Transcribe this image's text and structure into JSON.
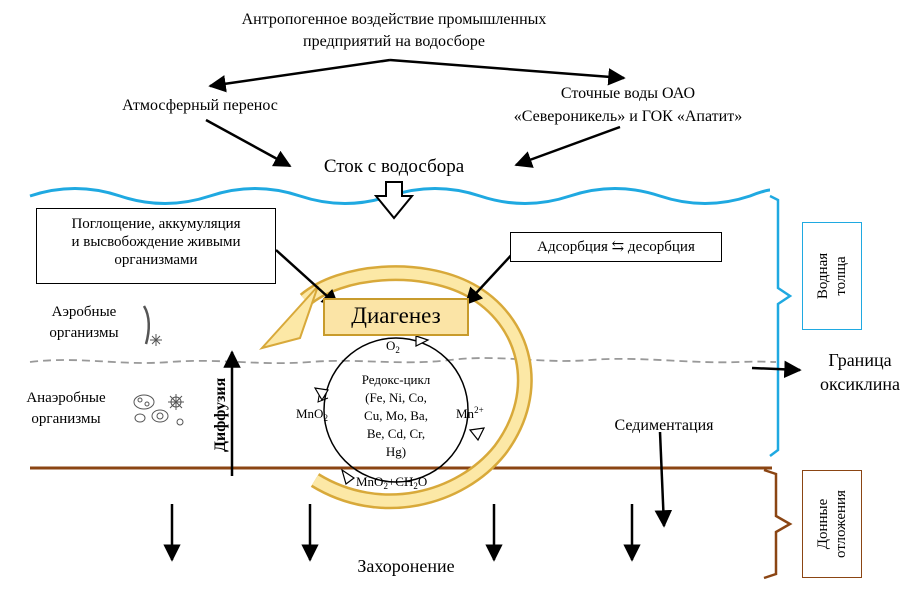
{
  "top": {
    "line1": "Антропогенное воздействие промышленных",
    "line2": "предприятий на водосборе"
  },
  "atmospheric": "Атмосферный перенос",
  "wastewater": {
    "line1": "Сточные воды ОАО",
    "line2": "«Североникель» и ГОК «Апатит»"
  },
  "runoff": "Сток с водосбора",
  "uptake_box": {
    "line1": "Поглощение, аккумуляция",
    "line2": "и высвобождение живыми",
    "line3": "организмами"
  },
  "adsorption_box": "Адсорбция ⇆ десорбция",
  "diagenesis": "Диагенез",
  "aerobic": {
    "line1": "Аэробные",
    "line2": "организмы"
  },
  "anaerobic": {
    "line1": "Анаэробные",
    "line2": "организмы"
  },
  "diffusion": "Диффузия",
  "redox": {
    "o2_base": "O",
    "o2_sub": "2",
    "mno2_base": "MnO",
    "mno2_sub": "2",
    "mn_base": "Mn",
    "mn_sup": "2+",
    "bottom_a": "MnO",
    "bottom_a_sub": "2",
    "bottom_b": "+CH",
    "bottom_b_sub": "2",
    "bottom_c": "O",
    "cycle_lines": [
      "Редокс-цикл",
      "(Fe, Ni, Co,",
      "Cu, Mo, Ba,",
      "Be, Cd, Cr,",
      "Hg)"
    ]
  },
  "sedimentation": "Седиментация",
  "burial": "Захоронение",
  "oxycline": {
    "line1": "Граница",
    "line2": "оксиклина"
  },
  "water_column": {
    "line1": "Водная",
    "line2": "толща"
  },
  "sediments": {
    "line1": "Донные",
    "line2": "отложения"
  },
  "colors": {
    "water_surface": "#1fa9e1",
    "sediment_line": "#8b4513",
    "water_label_border": "#1fa9e1",
    "sediment_label_border": "#8b4513",
    "diagenesis_fill": "#fbe4a6",
    "diagenesis_border": "#c89b2c",
    "ring_fill": "#fce8a6",
    "ring_stroke": "#d8a93a",
    "oxycline": "#999999"
  }
}
